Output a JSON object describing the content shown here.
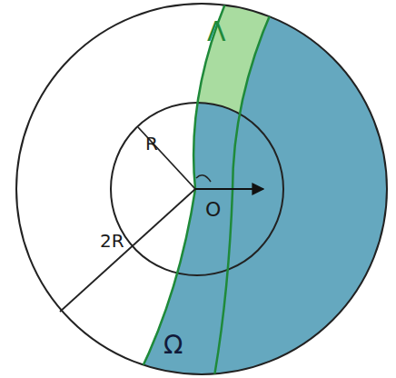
{
  "diagram": {
    "labels": [
      "Λ",
      "R",
      "2R",
      "O",
      "Ω"
    ]
  }
}
